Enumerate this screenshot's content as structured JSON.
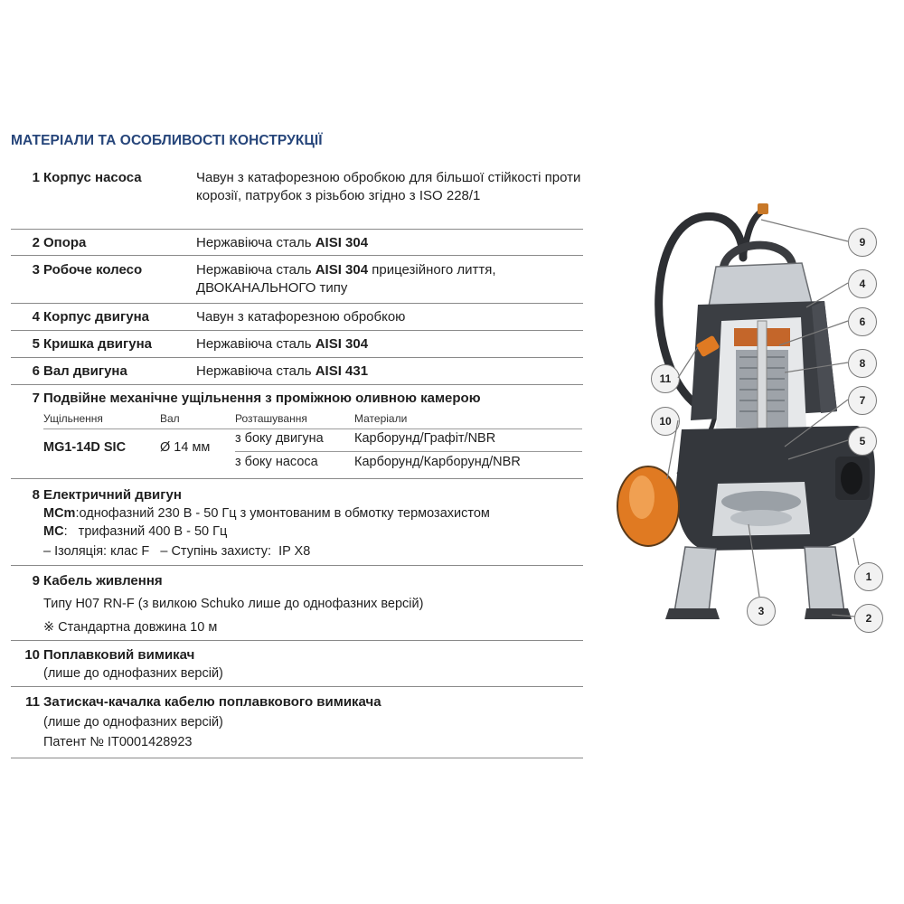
{
  "title": "МАТЕРІАЛИ ТА ОСОБЛИВОСТІ КОНСТРУКЦІЇ",
  "rows": [
    {
      "num": "1",
      "label": "Корпус насоса",
      "value": "Чавун з катафорезною обробкою для більшої стійкості проти корозії, патрубок з різьбою згідно з ISO 228/1"
    },
    {
      "num": "2",
      "label": "Опора",
      "value_pre": "Нержавіюча сталь ",
      "value_bold": "AISI 304"
    },
    {
      "num": "3",
      "label": "Робоче колесо",
      "value_pre": "Нержавіюча сталь ",
      "value_bold": "AISI 304",
      "value_post": " прицезійного лиття, ДВОКАНАЛЬНОГО типу"
    },
    {
      "num": "4",
      "label": "Корпус двигуна",
      "value": "Чавун з катафорезною обробкою"
    },
    {
      "num": "5",
      "label": "Кришка двигуна",
      "value_pre": "Нержавіюча сталь ",
      "value_bold": "AISI 304"
    },
    {
      "num": "6",
      "label": "Вал двигуна",
      "value_pre": "Нержавіюча сталь ",
      "value_bold": "AISI 431"
    }
  ],
  "seal": {
    "num": "7",
    "label": "Подвійне механічне ущільнення з проміжною оливною камерою",
    "headers": [
      "Ущільнення",
      "Вал",
      "Розташування",
      "Матеріали"
    ],
    "model": "MG1-14D SIC",
    "shaft": "Ø 14 мм",
    "rows": [
      {
        "location": "з боку двигуна",
        "materials": "Карборунд/Графіт/NBR"
      },
      {
        "location": "з боку насоса",
        "materials": "Карборунд/Карборунд/NBR"
      }
    ]
  },
  "motor": {
    "num": "8",
    "label": "Електричний двигун",
    "mcm_code": "MCm",
    "mcm_text": ":однофазний 230 В - 50 Гц з умонтованим в обмотку термозахистом",
    "mc_code": "MC",
    "mc_text": ":   трифазний 400 В - 50 Гц",
    "insulation": "– Ізоляція: клас F   – Ступінь захисту:  IP X8"
  },
  "cable": {
    "num": "9",
    "label": "Кабель живлення",
    "line1": "Типу H07 RN-F (з вилкою Schuko лише до однофазних версій)",
    "line2": "※ Стандартна довжина 10 м"
  },
  "float": {
    "num": "10",
    "label": "Поплавковий вимикач",
    "line1": "(лише до однофазних версій)"
  },
  "clamp": {
    "num": "11",
    "label": "Затискач-качалка кабелю поплавкового вимикача",
    "line1": "(лише до однофазних версій)",
    "line2": "Патент № IT0001428923"
  },
  "callouts": [
    "9",
    "4",
    "6",
    "8",
    "7",
    "5",
    "11",
    "10",
    "1",
    "2",
    "3"
  ]
}
